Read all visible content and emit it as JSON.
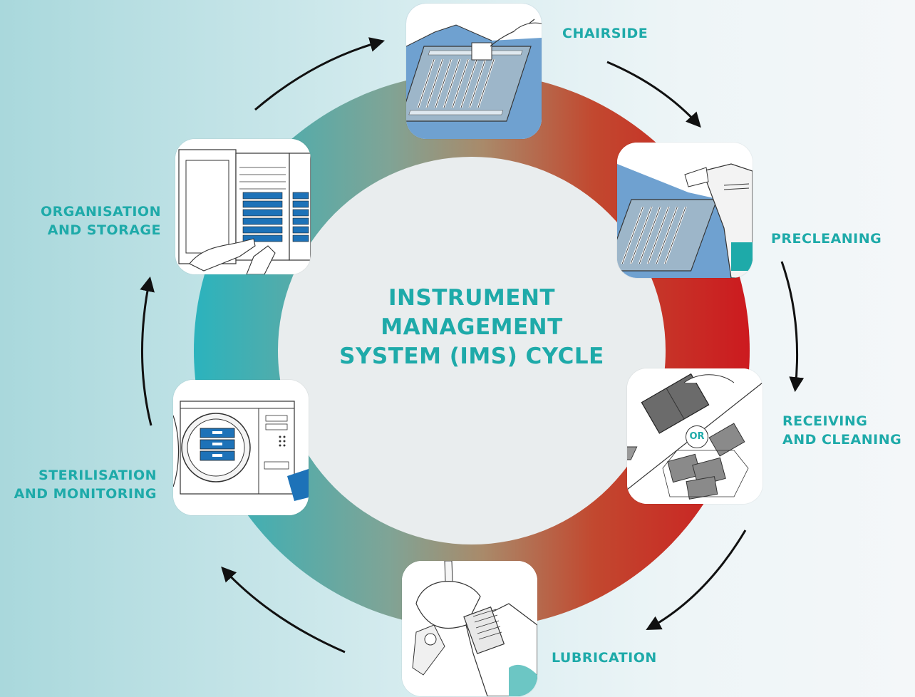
{
  "diagram": {
    "title": "INSTRUMENT\nMANAGEMENT\nSYSTEM (IMS) CYCLE",
    "steps": [
      {
        "label": "CHAIRSIDE",
        "illustration": "instrument-tray-chairside"
      },
      {
        "label": "PRECLEANING",
        "illustration": "spray-bottle-tray"
      },
      {
        "label": "RECEIVING\nAND CLEANING",
        "illustration": "cassettes-washer-rack",
        "badge": "OR"
      },
      {
        "label": "LUBRICATION",
        "illustration": "handpiece-lubrication"
      },
      {
        "label": "STERILISATION\nAND MONITORING",
        "illustration": "autoclave"
      },
      {
        "label": "ORGANISATION\nAND STORAGE",
        "illustration": "storage-cabinet"
      }
    ],
    "colors": {
      "accent_teal": "#1eaaa9",
      "ring_teal": "#2bb3bd",
      "ring_red": "#cc1a1f",
      "ring_olive": "#8a9a80",
      "tray_blue": "#6fa1d0",
      "cassette_blue": "#1d72b8",
      "arrow": "#111111",
      "center_fill": "#e9edee"
    }
  }
}
